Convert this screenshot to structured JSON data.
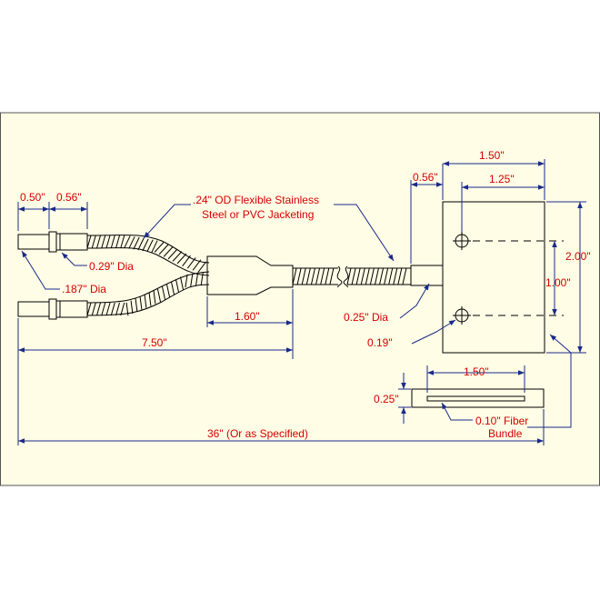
{
  "labels": {
    "d_050": "0.50\"",
    "d_056_left": "0.56\"",
    "jacket_line1": ".24\" OD Flexible Stainless",
    "jacket_line2": "Steel or PVC Jacketing",
    "dia_029": "0.29\" Dia",
    "dia_187": ".187\" Dia",
    "d_160": "1.60\"",
    "d_750": "7.50\"",
    "d_36": "36\" (Or as Specified)",
    "d_056_right": "0.56\"",
    "d_150_top": "1.50\"",
    "d_125": "1.25\"",
    "d_200": "2.00\"",
    "d_100": "1.00\"",
    "dia_025": "0.25\" Dia",
    "d_019": "0.19\"",
    "d_150_bottom": "1.50\"",
    "d_025": "0.25\"",
    "fiber_line1": "0.10\" Fiber",
    "fiber_line2": "Bundle"
  },
  "colors": {
    "background": "#fffde6",
    "dimension_text": "#d40000",
    "dimension_lines": "#1a2a8a",
    "outline": "#000000"
  }
}
